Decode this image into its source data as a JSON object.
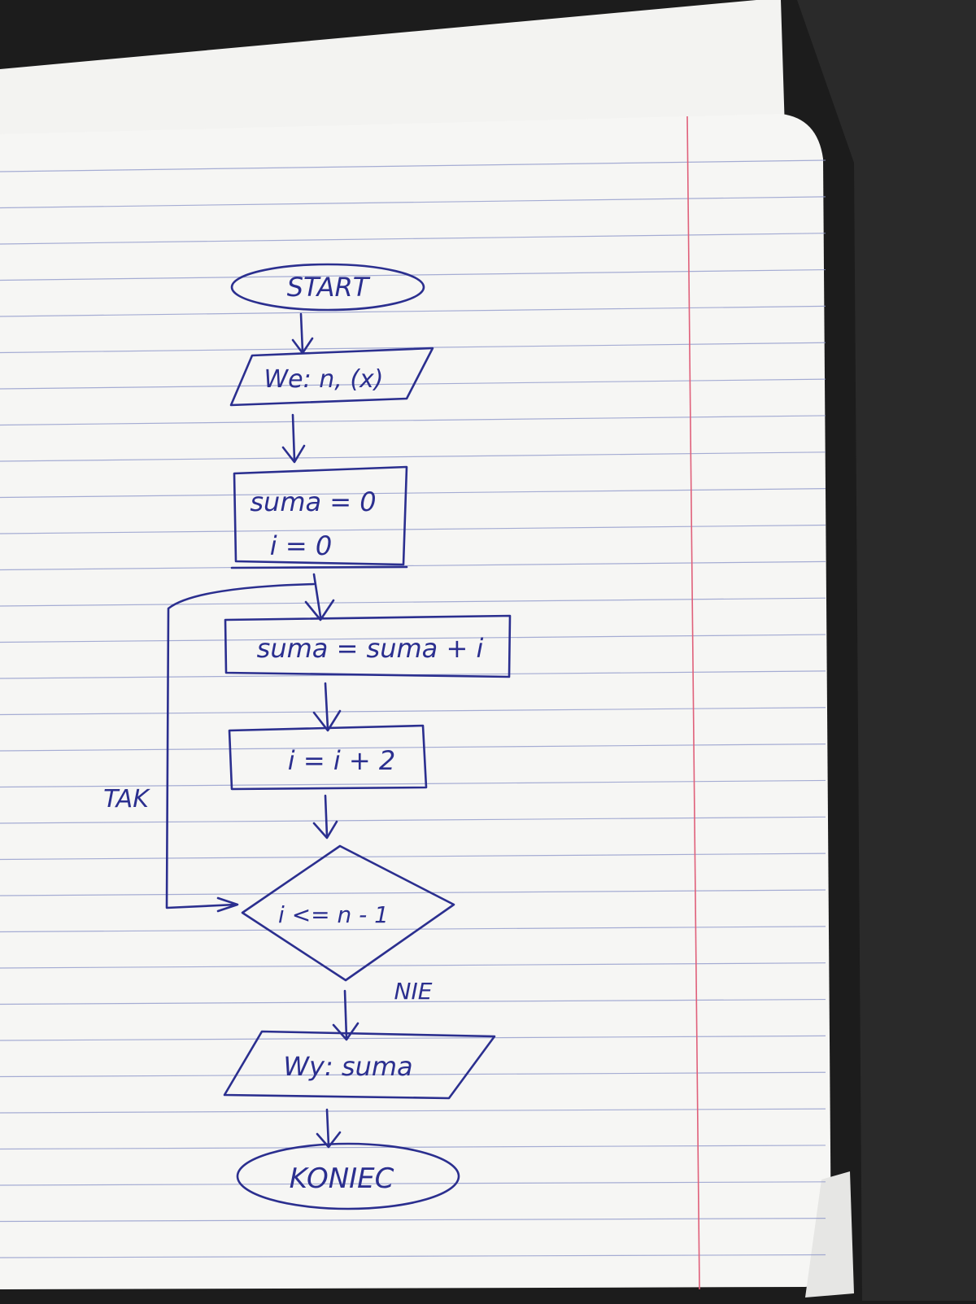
{
  "flowchart": {
    "start": {
      "label": "START"
    },
    "input": {
      "label": "We: n, (x)"
    },
    "init": {
      "line1": "suma = 0",
      "line2": "i = 0"
    },
    "step_sum": {
      "label": "suma = suma + i"
    },
    "step_inc": {
      "label": "i = i + 2"
    },
    "decision": {
      "label": "i <= n - 1"
    },
    "branch_yes": {
      "label": "TAK"
    },
    "branch_no": {
      "label": "NIE"
    },
    "output": {
      "label": "Wy: suma"
    },
    "end": {
      "label": "KONIEC"
    }
  },
  "colors": {
    "ink": "#2b2f8f",
    "margin_line": "#e0607a",
    "ruled_line": "#8a94c8",
    "paper": "#f6f6f4",
    "background": "#1c1c1c"
  }
}
